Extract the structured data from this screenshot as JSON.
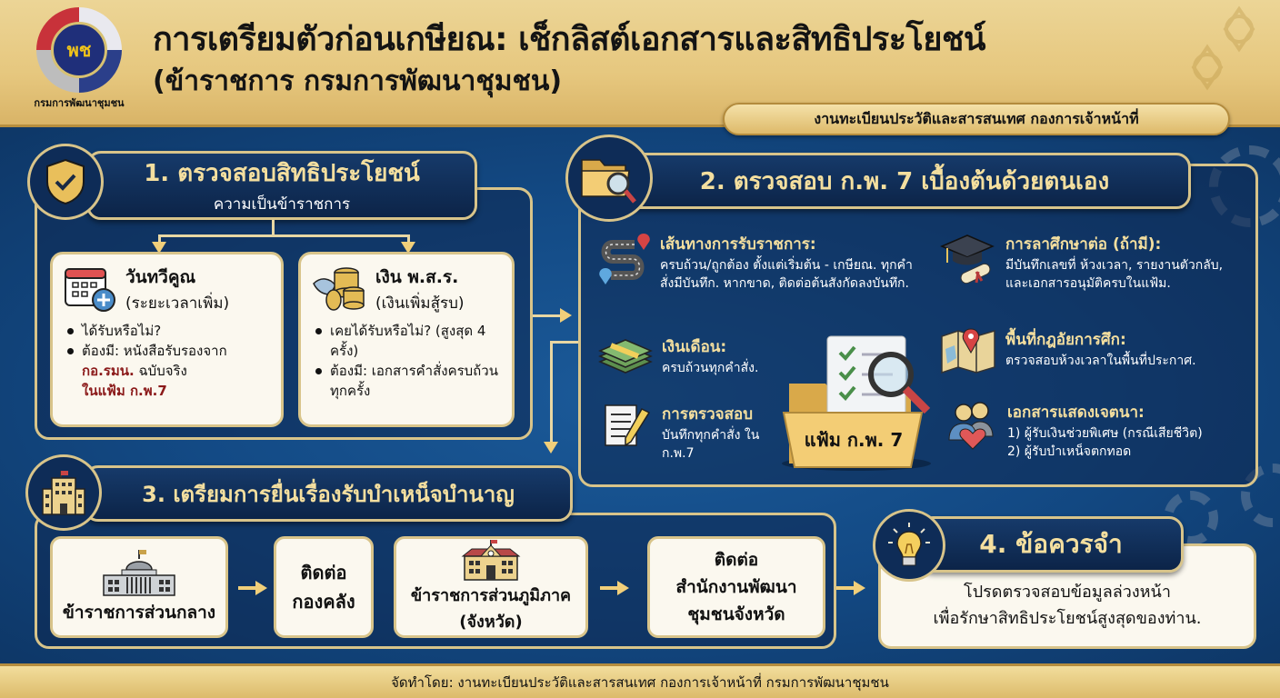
{
  "header": {
    "logo_caption": "กรมการพัฒนาชุมชน",
    "logo_mark": "พช",
    "title": "การเตรียมตัวก่อนเกษียณ: เช็กลิสต์เอกสารและสิทธิประโยชน์",
    "subtitle": "(ข้าราชการ กรมการพัฒนาชุมชน)",
    "office_banner": "งานทะเบียนประวัติและสารสนเทศ กองการเจ้าหน้าที่"
  },
  "section1": {
    "title": "1. ตรวจสอบสิทธิประโยชน์",
    "subtitle": "ความเป็นข้าราชการ",
    "icon": "shield-check-icon",
    "cards": [
      {
        "icon": "calendar-plus-icon",
        "title": "วันทวีคูณ",
        "subtitle": "(ระยะเวลาเพิ่ม)",
        "bullets": [
          "ได้รับหรือไม่?",
          "ต้องมี: หนังสือรับรองจาก"
        ],
        "highlight_1": "กอ.รมน.",
        "highlight_text": " ฉบับจริง",
        "highlight_2": "ในแฟ้ม ก.พ.7"
      },
      {
        "icon": "winged-coins-icon",
        "title": "เงิน พ.ส.ร.",
        "subtitle": "(เงินเพิ่มสู้รบ)",
        "bullets": [
          "เคยได้รับหรือไม่? (สูงสุด 4 ครั้ง)",
          "ต้องมี: เอกสารคำสั่งครบถ้วนทุกครั้ง"
        ]
      }
    ]
  },
  "section2": {
    "title": "2. ตรวจสอบ ก.พ. 7 เบื้องต้นด้วยตนเอง",
    "icon": "folder-magnifier-icon",
    "items_left": [
      {
        "icon": "road-map-pin-icon",
        "title": "เส้นทางการรับราชการ:",
        "text": "ครบถ้วน/ถูกต้อง ตั้งแต่เริ่มต้น - เกษียณ. ทุกคำสั่งมีบันทึก. หากขาด, ติดต่อต้นสังกัดลงบันทึก."
      },
      {
        "icon": "money-stack-icon",
        "title": "เงินเดือน:",
        "text": "ครบถ้วนทุกคำสั่ง."
      },
      {
        "icon": "document-pencil-icon",
        "title": "การตรวจสอบ",
        "text": "บันทึกทุกคำสั่ง ใน ก.พ.7"
      }
    ],
    "center_folder_label": "แฟ้ม ก.พ. 7",
    "items_right": [
      {
        "icon": "graduation-cap-icon",
        "title": "การลาศึกษาต่อ (ถ้ามี):",
        "text": "มีบันทึกเลขที่ ห้วงเวลา, รายงานตัวกลับ, และเอกสารอนุมัติครบในแฟ้ม."
      },
      {
        "icon": "map-pin-icon",
        "title": "พื้นที่กฎอัยการศึก:",
        "text": "ตรวจสอบห้วงเวลาในพื้นที่ประกาศ."
      },
      {
        "icon": "people-heart-icon",
        "title": "เอกสารแสดงเจตนา:",
        "text_1": "1) ผู้รับเงินช่วยพิเศษ (กรณีเสียชีวิต)",
        "text_2": "2) ผู้รับบำเหน็จตกทอด"
      }
    ]
  },
  "section3": {
    "title": "3. เตรียมการยื่นเรื่องรับบำเหน็จบำนาญ",
    "icon": "office-building-icon",
    "flow": [
      {
        "icon": "capitol-building-icon",
        "label": "ข้าราชการส่วนกลาง"
      },
      {
        "label_1": "ติดต่อ",
        "label_2": "กองคลัง"
      },
      {
        "icon": "school-building-icon",
        "label_1": "ข้าราชการส่วนภูมิภาค",
        "label_2": "(จังหวัด)"
      },
      {
        "label_1": "ติดต่อ",
        "label_2": "สำนักงานพัฒนา",
        "label_3": "ชุมชนจังหวัด"
      }
    ]
  },
  "section4": {
    "title": "4. ข้อควรจำ",
    "icon": "lightbulb-icon",
    "text_1": "โปรดตรวจสอบข้อมูลล่วงหน้า",
    "text_2": "เพื่อรักษาสิทธิประโยชน์สูงสุดของท่าน."
  },
  "footer": {
    "text": "จัดทำโดย: งานทะเบียนประวัติและสารสนเทศ กองการเจ้าหน้าที่ กรมการพัฒนาชุมชน"
  },
  "colors": {
    "gold": "#d8c48a",
    "navy": "#0e2c57",
    "accent_text": "#f4df9f",
    "highlight_red": "#8b1a1a"
  }
}
